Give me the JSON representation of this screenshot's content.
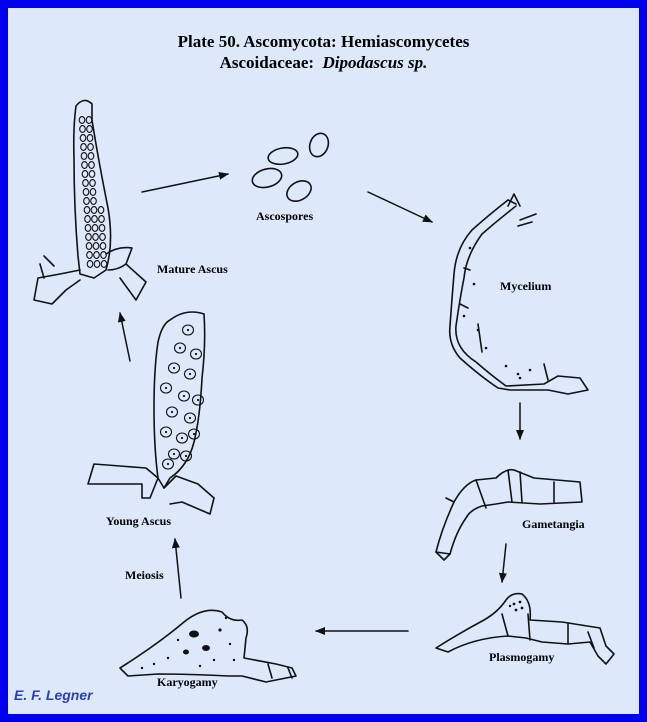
{
  "title": {
    "line1": "Plate 50.  Ascomycota: Hemiascomycetes",
    "line2_prefix": "Ascoidaceae:",
    "line2_genus": "Dipodascus sp."
  },
  "stages": {
    "mature_ascus": "Mature Ascus",
    "ascospores": "Ascospores",
    "mycelium": "Mycelium",
    "gametangia": "Gametangia",
    "plasmogamy": "Plasmogamy",
    "karyogamy": "Karyogamy",
    "meiosis": "Meiosis",
    "young_ascus": "Young Ascus"
  },
  "credit": "E. F. Legner",
  "colors": {
    "border": "#0000ee",
    "plate": "#dde9fb",
    "ink": "#111111",
    "credit": "#2a3fb8"
  }
}
